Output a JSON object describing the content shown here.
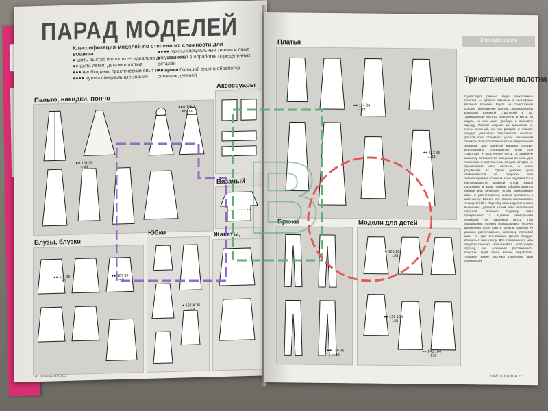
{
  "left_page": {
    "title": "ПАРАД МОДЕЛЕЙ",
    "legend_heading": "Классификация моделей по степени их сложности для вошива:",
    "legend_items": [
      "● шить быстро и просто — идеально для новичков",
      "●● шить легко, детали простые",
      "●●● необходимы практический опыт или время",
      "●●●● нужны специальные знания"
    ],
    "legend_items_right": [
      "●●●● нужны специальные знания и опыт",
      "● нужны опыт в обработке определенных деталей",
      "●● нужен большой опыт в обработке сложных деталей"
    ],
    "sections": {
      "coats": "Пальто, накидки, пончо",
      "accessories": "Аксессуары",
      "sweater": "Вязаный пуловер",
      "blouses": "Блузы, блузки",
      "skirts": "Юбки",
      "jackets": "Жакеты, жилеты"
    },
    "footer": "76 BURDA 10/2011"
  },
  "right_page": {
    "dresses": "Платья",
    "pants": "Брюки",
    "kids": "Модели для детей",
    "tag": "Это надо знать",
    "column_title": "Трикотажные полотна",
    "column_text": "Существует разные виды трикотажных полотен — джерси, вязаные и рельефные вязаные полотна. Ворот на трикотажной основе, трикотажные полотна с махровой или ворсовой изнанкой структурой и т.д. Трикотажные полотна эластичны и мягки на ощупь, из них шьют удобную и красивую одежду. Покрой изделий из трикотажа не очень сложный, но при раскрое и пошиве следует учитывать эластичность полотна. Детали кроя стачивают узким эластичным стежком. Швы обрабатывают на оверлоке или зигзагом. Для швейной машины следует использовать специальные иглы для трикотажа и эластичные нитки. В швейную машинку вставляется специальная игла для трикотажа с закругленным концом, которая не прокалывает нити полотна, а мягко раздвигает их. Срезы деталей кроя обметываются на оверлоке или зигзагообразной строчкой, края подгибаются и настрачиваются двойной иглой. Вырез горловины и края проймы обрабатываются бейкой или обтачкой. Чтобы трикотажные швы не растягивались, можно проложить в шов ленту. Вместо нее можно использовать тесьму-стрейч. Подгибку низа изделия можно выполнить двойной иглой или эластичной строчкой. Вручную подгибку низа прикрепляют к изделию свободными стежками, не затягивая нитку. При пришивании пуговиц подкладывают кусочек флизелина. Если швы в готовом изделии не должны растягиваться, например плечевой шов, то при стачивании срезов следует вложить в шов ленту. Для трикотажного шва предпочтительно использовать эластичную строчку, она сохраняет растяжимость полотна. Край также можно обработать тесьмой. Какие системы укрепляют швы прокладкой.",
    "footer": "10/2011 BURDA 77"
  },
  "figure_labels": [
    "●●● 135 A 36—44",
    "●● 101 36—44",
    "●● 111 36—46",
    "●● 107 36—46",
    "● 121 A 36—44",
    "●● 114 36—44",
    "●● 112 36—44",
    "●● 126 36—44",
    "● 128 104—128",
    "●● 136 104—128",
    "●● 145 104—128"
  ],
  "watermark": {
    "text": "B",
    "colors": [
      "#8e6fc6",
      "#5fb07a",
      "#e05a5a"
    ]
  }
}
